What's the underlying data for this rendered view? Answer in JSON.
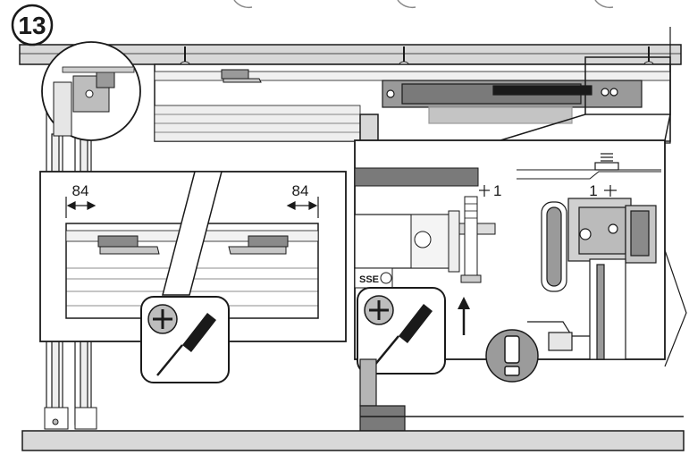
{
  "step": {
    "number": "13"
  },
  "dimensions": {
    "left_label": "84",
    "right_label": "84",
    "clearance_right_label": "1",
    "clearance_left_label": "1"
  },
  "brand_mark": "SSE",
  "icons": {
    "tool_1": "phillips-screwdriver-icon",
    "tool_2": "phillips-screwdriver-icon",
    "warning": "exclamation-warning-icon",
    "arrow": "arrow-up-icon"
  },
  "colors": {
    "line": "#1a1a1a",
    "gray_fill": "#b5b5b5",
    "dark_gray": "#7a7a7a",
    "light_fill": "#e8e8e8",
    "warning_fill": "#9b9b9b"
  }
}
